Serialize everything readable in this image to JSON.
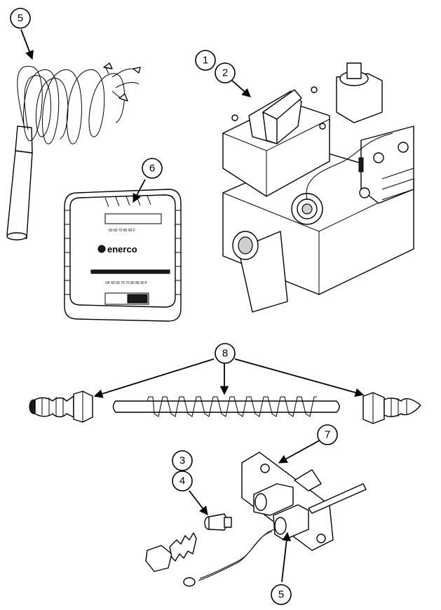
{
  "callouts": {
    "c1": "1",
    "c2": "2",
    "c3": "3",
    "c4": "4",
    "c5_top": "5",
    "c5_bottom": "5",
    "c6": "6",
    "c7": "7",
    "c8": "8"
  },
  "thermostat": {
    "brand": "enerco",
    "scale_top": "50 60 70 80 90 F",
    "scale_bottom": "OF 60 65 70 75 80 85 90 F"
  }
}
